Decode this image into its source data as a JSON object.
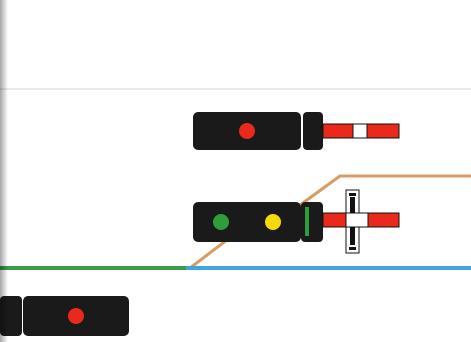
{
  "colors": {
    "background": "#ffffff",
    "signal_body": "#1a1a1a",
    "lamp_red": "#e8291c",
    "lamp_green": "#2e9d3a",
    "lamp_yellow": "#f5d90a",
    "track_green": "#3a9a45",
    "track_blue": "#3fa6de",
    "track_diverging": "#d89b63",
    "barrier_red": "#e8291c",
    "barrier_white": "#ffffff"
  },
  "signals": [
    {
      "name": "signal-upper",
      "lamps": [
        "red"
      ]
    },
    {
      "name": "signal-middle",
      "lamps": [
        "green",
        "yellow"
      ]
    },
    {
      "name": "signal-lower",
      "lamps": [
        "red"
      ]
    }
  ],
  "icons": [
    "signal-icon",
    "barrier-icon",
    "switch-icon"
  ]
}
